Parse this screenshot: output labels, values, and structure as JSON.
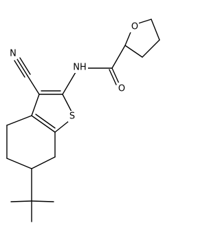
{
  "molecule": {
    "atoms": {
      "ring_oxygen": "O",
      "carbonyl_oxygen": "O",
      "amide_nitrogen": "NH",
      "nitrile_nitrogen": "N",
      "thiophene_sulfur": "S"
    }
  }
}
